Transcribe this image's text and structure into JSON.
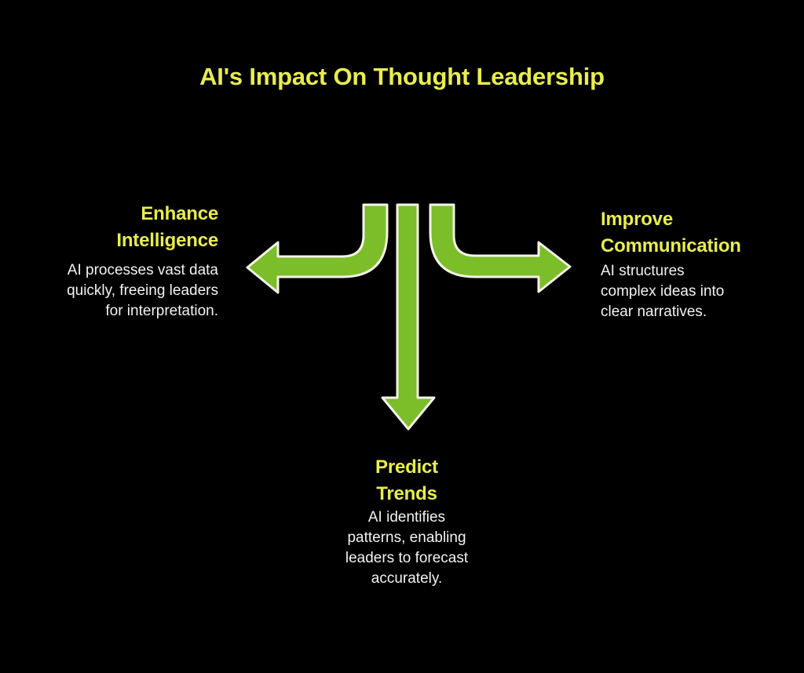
{
  "title": "AI's Impact On Thought Leadership",
  "colors": {
    "background": "#000000",
    "heading": "#e9ed4d",
    "body_text": "#f2f2f2",
    "arrow_fill": "#7cbd2a",
    "arrow_stroke": "#f4f4e8"
  },
  "branches": {
    "left": {
      "direction": "left",
      "heading_lines": [
        "Enhance",
        "Intelligence"
      ],
      "body_lines": [
        "AI processes vast data",
        "quickly, freeing leaders",
        "for interpretation."
      ]
    },
    "right": {
      "direction": "right",
      "heading_lines": [
        "Improve",
        "Communication"
      ],
      "body_lines": [
        "AI structures",
        "complex ideas into",
        "clear narratives."
      ]
    },
    "bottom": {
      "direction": "down",
      "heading_lines": [
        "Predict",
        "Trends"
      ],
      "body_lines": [
        "AI identifies",
        "patterns, enabling",
        "leaders to forecast",
        "accurately."
      ]
    }
  },
  "icons": {
    "left_arrow": "curved-arrow-left-icon",
    "right_arrow": "curved-arrow-right-icon",
    "down_arrow": "arrow-down-icon"
  }
}
